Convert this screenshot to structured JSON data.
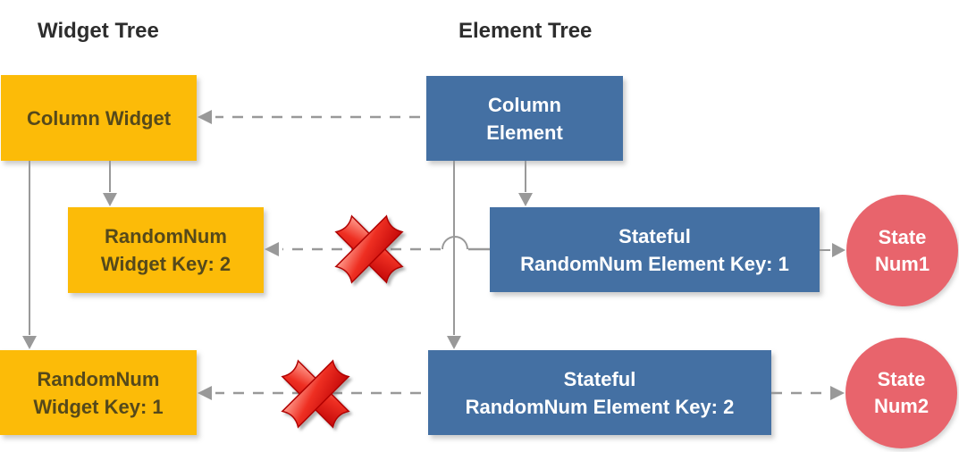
{
  "headings": {
    "left": "Widget Tree",
    "right": "Element Tree"
  },
  "nodes": {
    "column_widget": {
      "line1": "Column Widget"
    },
    "column_element": {
      "line1": "Column",
      "line2": "Element"
    },
    "randomnum_widget_key2": {
      "line1": "RandomNum",
      "line2": "Widget Key: 2"
    },
    "stateful_element_key1": {
      "line1": "Stateful",
      "line2": "RandomNum Element Key: 1"
    },
    "randomnum_widget_key1": {
      "line1": "RandomNum",
      "line2": "Widget Key: 1"
    },
    "stateful_element_key2": {
      "line1": "Stateful",
      "line2": "RandomNum Element Key: 2"
    },
    "state_num1": {
      "line1": "State",
      "line2": "Num1"
    },
    "state_num2": {
      "line1": "State",
      "line2": "Num2"
    }
  },
  "colors": {
    "widget_box_fill": "#FCBB08",
    "widget_box_text": "#55491B",
    "element_box_fill": "#4470A3",
    "element_box_text": "#FFFFFF",
    "state_circle_fill": "#E8646C",
    "state_circle_text": "#FFFFFF",
    "connector_gray": "#999999",
    "x_mark_red": "#E11919",
    "heading_text": "#2D2D2D",
    "background": "#FFFFFF"
  },
  "icons": {
    "broken_connection": "x-mark",
    "parent_child_link": "solid-arrow",
    "widget_element_reference": "dashed-arrow"
  }
}
